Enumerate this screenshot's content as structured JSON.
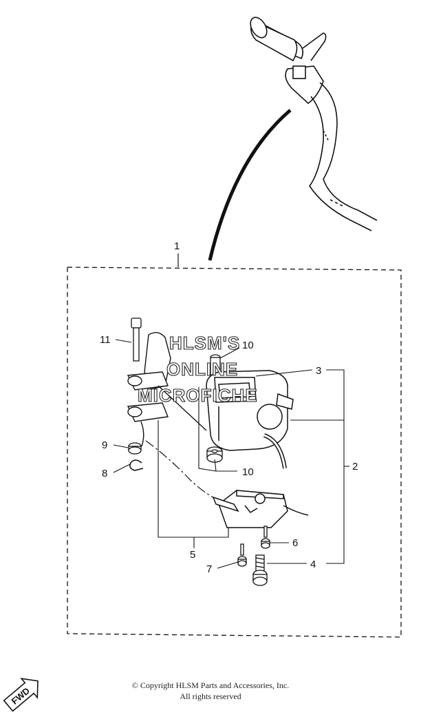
{
  "callouts": {
    "c1": "1",
    "c2": "2",
    "c3": "3",
    "c4": "4",
    "c5": "5",
    "c6": "6",
    "c7": "7",
    "c8": "8",
    "c9": "9",
    "c10": "10",
    "c11": "11",
    "c10b": "10"
  },
  "watermark": {
    "line1": "HLSM'S",
    "line2": "ONLINE",
    "line3": "MICROFICHE"
  },
  "fwd_badge": "FWD",
  "copyright": {
    "line1": "© Copyright HLSM Parts and Accessories, Inc.",
    "line2": "All rights reserved"
  }
}
